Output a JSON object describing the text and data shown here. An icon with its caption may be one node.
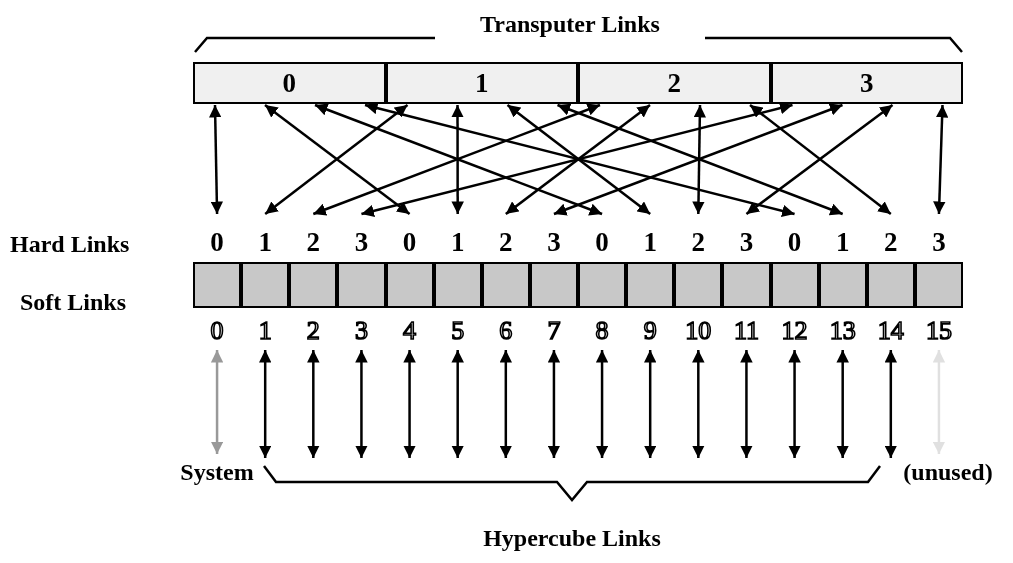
{
  "diagram": {
    "nodes": [
      {
        "text": [
          "0"
        ]
      },
      {
        "text": [
          "1"
        ]
      },
      {
        "text": [
          "2"
        ]
      },
      {
        "text": [
          "3"
        ]
      },
      {
        "text": [
          "0",
          "0"
        ]
      },
      {
        "text": [
          "1",
          "1"
        ]
      },
      {
        "text": [
          "2",
          "2"
        ]
      },
      {
        "text": [
          "3",
          "3"
        ]
      },
      {
        "text": [
          "0",
          "4"
        ]
      },
      {
        "text": [
          "1",
          "5"
        ]
      },
      {
        "text": [
          "2",
          "6"
        ]
      },
      {
        "text": [
          "3",
          "7"
        ]
      },
      {
        "text": [
          "0",
          "8"
        ]
      },
      {
        "text": [
          "1",
          "9"
        ]
      },
      {
        "text": [
          "2",
          "10"
        ]
      },
      {
        "text": [
          "3",
          "11"
        ]
      },
      {
        "text": [
          "0",
          "12"
        ]
      },
      {
        "text": [
          "1",
          "13"
        ]
      },
      {
        "text": [
          "2",
          "14"
        ]
      },
      {
        "text": [
          "3",
          "15"
        ]
      },
      {
        "text": [
          "System"
        ]
      },
      {
        "text": [
          "(unused)"
        ]
      },
      {
        "text": [
          "Hypercube Links"
        ]
      }
    ],
    "edges": [
      {
        "from": 0,
        "to": 4,
        "arrow": "both"
      },
      {
        "from": 1,
        "to": 5,
        "arrow": "both"
      },
      {
        "from": 2,
        "to": 6,
        "arrow": "both"
      },
      {
        "from": 3,
        "to": 7,
        "arrow": "both"
      },
      {
        "from": 0,
        "to": 8,
        "arrow": "both"
      },
      {
        "from": 1,
        "to": 9,
        "arrow": "both"
      },
      {
        "from": 2,
        "to": 10,
        "arrow": "both"
      },
      {
        "from": 3,
        "to": 11,
        "arrow": "both"
      },
      {
        "from": 0,
        "to": 12,
        "arrow": "both"
      },
      {
        "from": 1,
        "to": 13,
        "arrow": "both"
      },
      {
        "from": 2,
        "to": 14,
        "arrow": "both"
      },
      {
        "from": 3,
        "to": 15,
        "arrow": "both"
      },
      {
        "from": 0,
        "to": 16,
        "arrow": "both"
      },
      {
        "from": 1,
        "to": 17,
        "arrow": "both"
      },
      {
        "from": 2,
        "to": 18,
        "arrow": "both"
      },
      {
        "from": 3,
        "to": 19,
        "arrow": "both"
      },
      {
        "from": 4,
        "to": 20,
        "arrow": "both",
        "color": "#999999"
      },
      {
        "from": 5,
        "to": 22,
        "arrow": "both"
      },
      {
        "from": 6,
        "to": 22,
        "arrow": "both"
      },
      {
        "from": 7,
        "to": 22,
        "arrow": "both"
      },
      {
        "from": 8,
        "to": 22,
        "arrow": "both"
      },
      {
        "from": 9,
        "to": 22,
        "arrow": "both"
      },
      {
        "from": 10,
        "to": 22,
        "arrow": "both"
      },
      {
        "from": 11,
        "to": 22,
        "arrow": "both"
      },
      {
        "from": 12,
        "to": 22,
        "arrow": "both"
      },
      {
        "from": 13,
        "to": 22,
        "arrow": "both"
      },
      {
        "from": 14,
        "to": 22,
        "arrow": "both"
      },
      {
        "from": 15,
        "to": 22,
        "arrow": "both"
      },
      {
        "from": 16,
        "to": 22,
        "arrow": "both"
      },
      {
        "from": 17,
        "to": 22,
        "arrow": "both"
      },
      {
        "from": 18,
        "to": 22,
        "arrow": "both"
      },
      {
        "from": 19,
        "to": 21,
        "arrow": "both",
        "color": "#e0e0e0"
      }
    ],
    "labels": [
      "Transputer Links",
      "Hard Links",
      "Soft Links"
    ]
  }
}
